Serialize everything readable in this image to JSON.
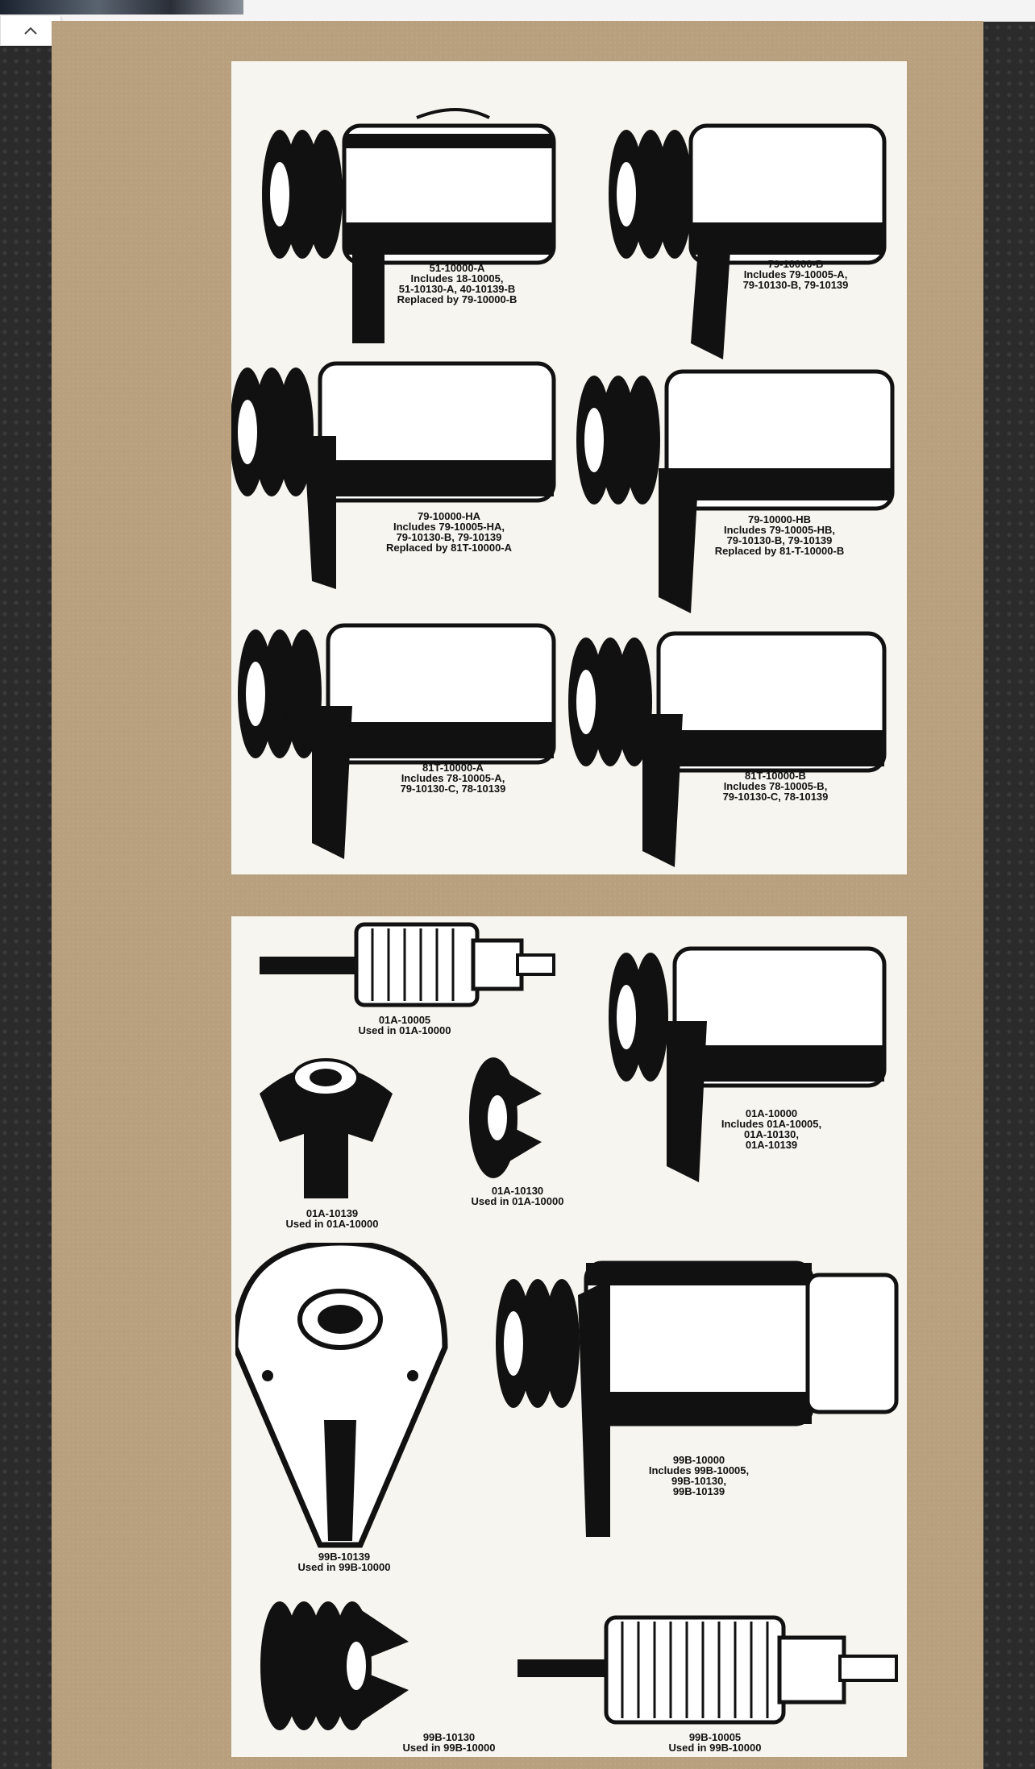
{
  "window": {
    "collapse_icon": "chevron-up-icon"
  },
  "colors": {
    "page": "#b8a07e",
    "plate": "#f7f5ef",
    "ink": "#111111",
    "frame": "#2b2b2b"
  },
  "plate1": {
    "parts": [
      {
        "lines": [
          "51-10000-A",
          "Includes 18-10005,",
          "51-10130-A, 40-10139-B",
          "Replaced by 79-10000-B"
        ]
      },
      {
        "lines": [
          "79-10000-B",
          "Includes 79-10005-A,",
          "79-10130-B, 79-10139"
        ]
      },
      {
        "lines": [
          "79-10000-HA",
          "Includes 79-10005-HA,",
          "79-10130-B, 79-10139",
          "Replaced by 81T-10000-A"
        ]
      },
      {
        "lines": [
          "79-10000-HB",
          "Includes 79-10005-HB,",
          "79-10130-B, 79-10139",
          "Replaced by 81-T-10000-B"
        ]
      },
      {
        "lines": [
          "81T-10000-A",
          "Includes 78-10005-A,",
          "79-10130-C, 78-10139"
        ]
      },
      {
        "lines": [
          "81T-10000-B",
          "Includes 78-10005-B,",
          "79-10130-C, 78-10139"
        ]
      }
    ]
  },
  "plate2": {
    "parts": [
      {
        "lines": [
          "01A-10005",
          "Used in 01A-10000"
        ]
      },
      {
        "lines": [
          "01A-10000",
          "Includes 01A-10005,",
          "01A-10130,",
          "01A-10139"
        ]
      },
      {
        "lines": [
          "01A-10139",
          "Used in 01A-10000"
        ]
      },
      {
        "lines": [
          "01A-10130",
          "Used in 01A-10000"
        ]
      },
      {
        "lines": [
          "99B-10000",
          "Includes 99B-10005,",
          "99B-10130,",
          "99B-10139"
        ]
      },
      {
        "lines": [
          "99B-10139",
          "Used in 99B-10000"
        ]
      },
      {
        "lines": [
          "99B-10130",
          "Used in 99B-10000"
        ]
      },
      {
        "lines": [
          "99B-10005",
          "Used in 99B-10000"
        ]
      }
    ]
  }
}
